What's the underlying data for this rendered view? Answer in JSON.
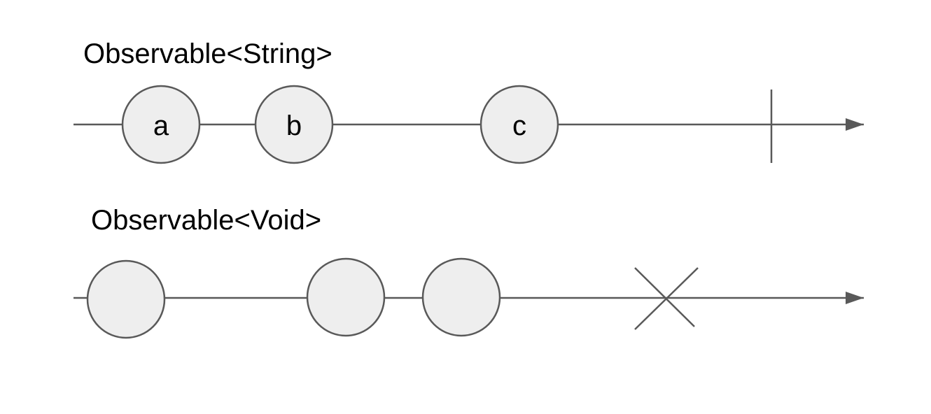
{
  "colors": {
    "line": "#595959",
    "bubble_fill": "#eeeeee",
    "bubble_stroke": "#595959",
    "text": "#000000"
  },
  "streams": [
    {
      "label": "Observable<String>",
      "items": [
        {
          "text": "a"
        },
        {
          "text": "b"
        },
        {
          "text": "c"
        }
      ],
      "terminal": "complete"
    },
    {
      "label": "Observable<Void>",
      "items": [
        {
          "text": ""
        },
        {
          "text": ""
        },
        {
          "text": ""
        }
      ],
      "terminal": "error"
    }
  ]
}
